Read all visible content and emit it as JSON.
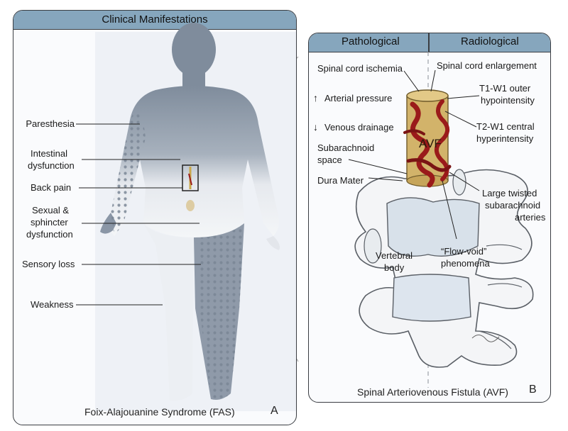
{
  "panel_a": {
    "title": "Clinical Manifestations",
    "footer": "Foix-Alajouanine Syndrome (FAS)",
    "letter": "A",
    "labels": {
      "paresthesia": "Paresthesia",
      "intestinal_1": "Intestinal",
      "intestinal_2": "dysfunction",
      "back_pain": "Back pain",
      "sexual_1": "Sexual &",
      "sexual_2": "sphincter",
      "sexual_3": "dysfunction",
      "sensory_loss": "Sensory loss",
      "weakness": "Weakness"
    }
  },
  "panel_b": {
    "columns": {
      "left": "Pathological",
      "right": "Radiological"
    },
    "footer": "Spinal Arteriovenous Fistula (AVF)",
    "letter": "B",
    "labels": {
      "ischemia": "Spinal cord ischemia",
      "arterial": "Arterial pressure",
      "venous": "Venous drainage",
      "subarachnoid_1": "Subarachnoid",
      "subarachnoid_2": "space",
      "dura": "Dura Mater",
      "enlargement": "Spinal cord enlargement",
      "t1_1": "T1-W1 outer",
      "t1_2": "hypointensity",
      "t2_1": "T2-W1 central",
      "t2_2": "hyperintensity",
      "avf": "AVF",
      "twisted_1": "Large twisted",
      "twisted_2": "subarachnoid",
      "twisted_3": "arteries",
      "flowvoid_1": "“Flow-void”",
      "flowvoid_2": "phenomena",
      "vertebral_1": "Vertebral",
      "vertebral_2": "body"
    }
  },
  "colors": {
    "header": "#86a6bd",
    "body_silhouette": "#8a96a6",
    "cord": "#d2b36a",
    "vessels": "#9a1a1a"
  }
}
